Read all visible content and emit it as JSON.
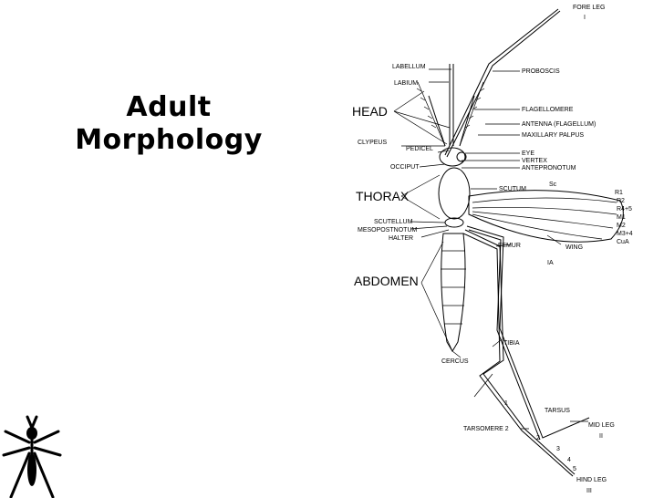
{
  "slide": {
    "title_line1": "Adult",
    "title_line2": "Morphology"
  },
  "labels": {
    "fore_leg": "FORE LEG",
    "fore_leg_num": "I",
    "labellum": "LABELLUM",
    "labium": "LABIUM",
    "head": "HEAD",
    "clypeus": "CLYPEUS",
    "pedicel": "PEDICEL",
    "occiput": "OCCIPUT",
    "proboscis": "PROBOSCIS",
    "flagellomere": "FLAGELLOMERE",
    "antenna": "ANTENNA (FLAGELLUM)",
    "maxillary_palpus": "MAXILLARY PALPUS",
    "eye": "EYE",
    "vertex": "VERTEX",
    "antepronotum": "ANTEPRONOTUM",
    "scutum": "SCUTUM",
    "thorax": "THORAX",
    "scutellum": "SCUTELLUM",
    "mesopostnotum": "MESOPOSTNOTUM",
    "halter": "HALTER",
    "femur": "FEMUR",
    "wing": "WING",
    "anal_vein": "IA",
    "abdomen": "ABDOMEN",
    "tibia": "TIBIA",
    "cercus": "CERCUS",
    "tarsus": "TARSUS",
    "tarsomere": "TARSOMERE 2",
    "mid_leg": "MID LEG",
    "mid_leg_num": "II",
    "hind_leg": "HIND LEG",
    "hind_leg_num": "III",
    "vein_sc": "Sc",
    "vein_r1": "R1",
    "vein_r2": "R2",
    "vein_r45": "R4+5",
    "vein_m1": "M1",
    "vein_m2": "M2",
    "vein_m34": "M3+4",
    "vein_cua": "CuA",
    "tarsomere_nums": [
      "1",
      "2",
      "3",
      "4",
      "5"
    ]
  }
}
